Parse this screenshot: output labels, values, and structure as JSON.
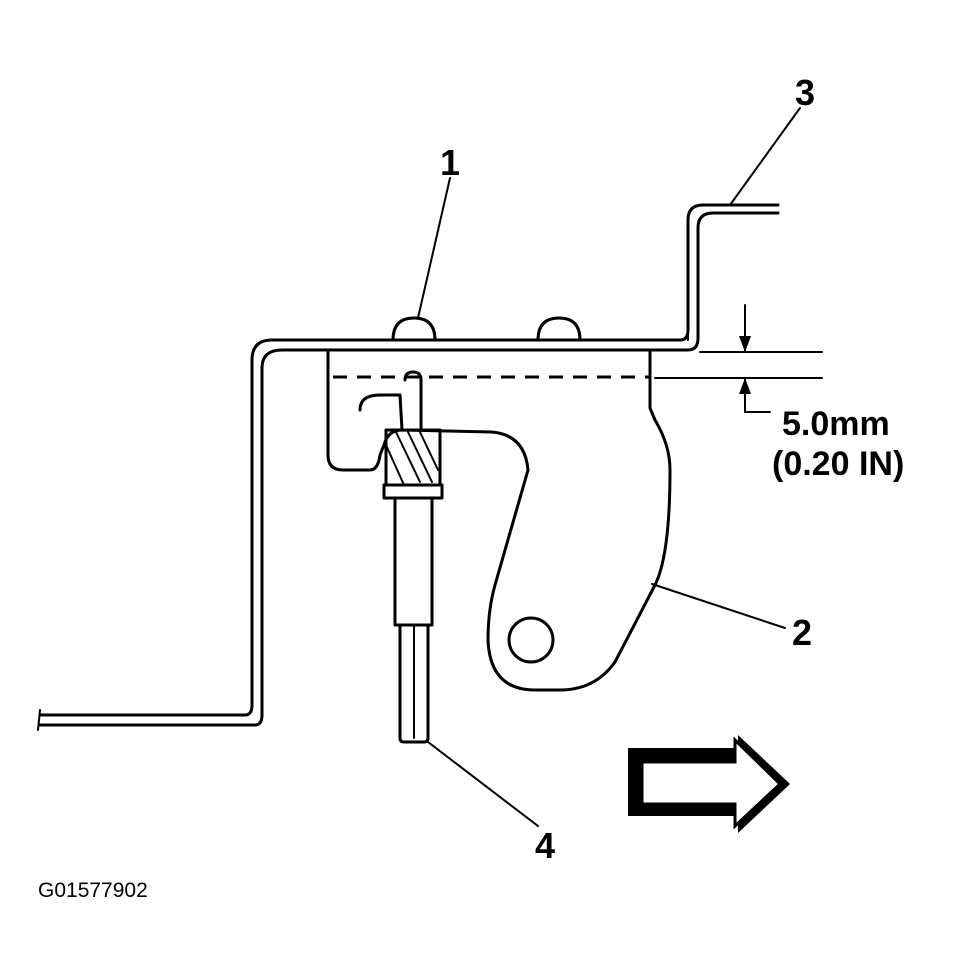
{
  "diagram": {
    "callouts": [
      "1",
      "2",
      "3",
      "4"
    ],
    "dimension": {
      "metric": "5.0mm",
      "imperial": "(0.20 IN)"
    },
    "figure_id": "G01577902"
  }
}
